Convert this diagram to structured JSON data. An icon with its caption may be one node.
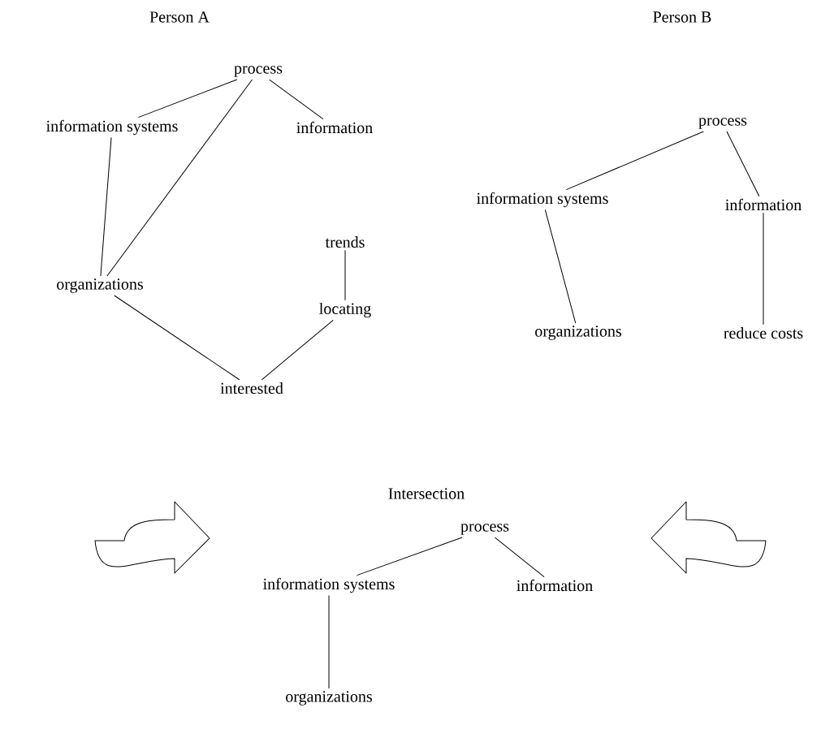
{
  "diagram": {
    "nodes": [
      {
        "text": [
          "process"
        ]
      },
      {
        "text": [
          "information systems"
        ]
      },
      {
        "text": [
          "information"
        ]
      },
      {
        "text": [
          "organizations"
        ]
      },
      {
        "text": [
          "trends"
        ]
      },
      {
        "text": [
          "locating"
        ]
      },
      {
        "text": [
          "interested"
        ]
      },
      {
        "text": [
          "process"
        ]
      },
      {
        "text": [
          "information systems"
        ]
      },
      {
        "text": [
          "information"
        ]
      },
      {
        "text": [
          "organizations"
        ]
      },
      {
        "text": [
          "reduce costs"
        ]
      },
      {
        "text": [
          "process"
        ]
      },
      {
        "text": [
          "information systems"
        ]
      },
      {
        "text": [
          "information"
        ]
      },
      {
        "text": [
          "organizations"
        ]
      }
    ],
    "edges": [
      {
        "from": 0,
        "to": 1,
        "arrow": "none"
      },
      {
        "from": 0,
        "to": 2,
        "arrow": "none"
      },
      {
        "from": 0,
        "to": 3,
        "arrow": "none"
      },
      {
        "from": 1,
        "to": 3,
        "arrow": "none"
      },
      {
        "from": 3,
        "to": 6,
        "arrow": "none"
      },
      {
        "from": 4,
        "to": 5,
        "arrow": "none"
      },
      {
        "from": 5,
        "to": 6,
        "arrow": "none"
      },
      {
        "from": 7,
        "to": 8,
        "arrow": "none"
      },
      {
        "from": 7,
        "to": 9,
        "arrow": "none"
      },
      {
        "from": 8,
        "to": 10,
        "arrow": "none"
      },
      {
        "from": 9,
        "to": 11,
        "arrow": "none"
      },
      {
        "from": 12,
        "to": 13,
        "arrow": "none"
      },
      {
        "from": 12,
        "to": 14,
        "arrow": "none"
      },
      {
        "from": 13,
        "to": 15,
        "arrow": "none"
      }
    ],
    "labels": [
      "Person A",
      "Person B",
      "Intersection"
    ]
  }
}
